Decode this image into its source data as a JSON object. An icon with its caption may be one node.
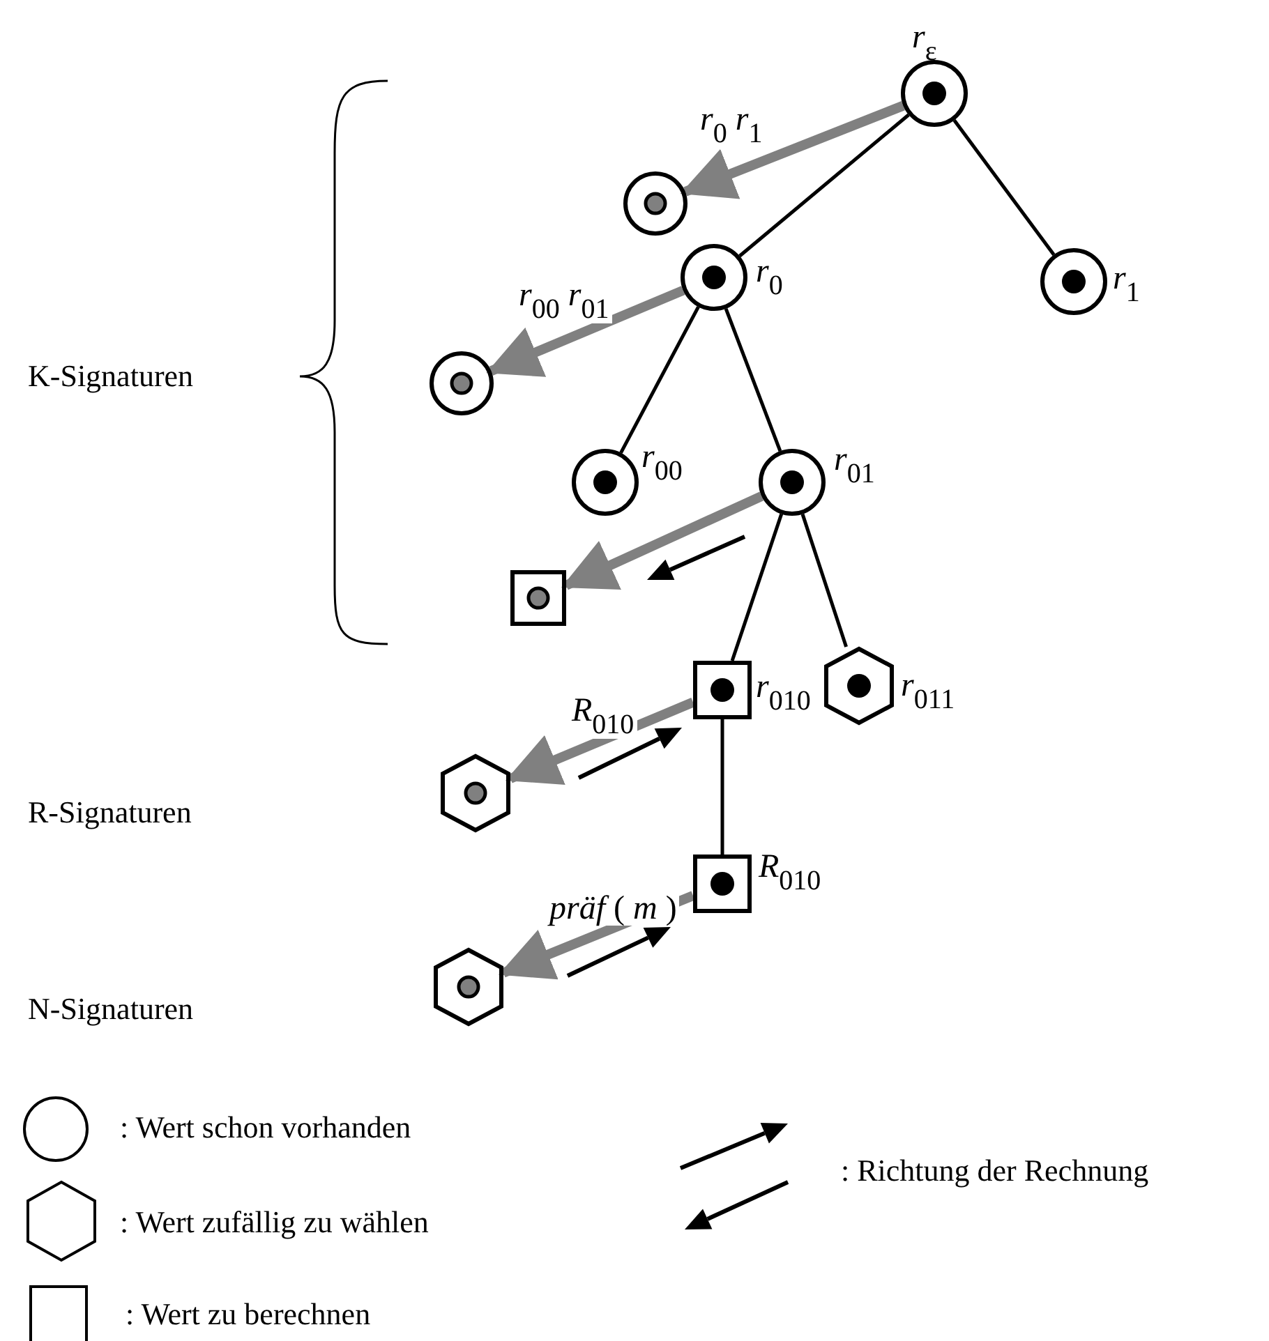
{
  "diagram": {
    "nodes": [
      {
        "text": [],
        "shape": "circle",
        "beside": [
          "*r*$_{ε}$"
        ]
      },
      {
        "text": [],
        "shape": "circle"
      },
      {
        "text": [],
        "shape": "circle",
        "beside": [
          "*r*$_{0}$"
        ]
      },
      {
        "text": [],
        "shape": "circle",
        "beside": [
          "*r*$_{1}$"
        ]
      },
      {
        "text": [],
        "shape": "circle"
      },
      {
        "text": [],
        "shape": "circle",
        "beside": [
          "*r*$_{00}$"
        ]
      },
      {
        "text": [],
        "shape": "circle",
        "beside": [
          "*r*$_{01}$"
        ]
      },
      {
        "text": [],
        "shape": "box"
      },
      {
        "text": [],
        "shape": "box",
        "beside": [
          "*r*$_{010}$"
        ]
      },
      {
        "text": [],
        "shape": "hexagon",
        "beside": [
          "*r*$_{011}$"
        ]
      },
      {
        "text": [],
        "shape": "hexagon"
      },
      {
        "text": [],
        "shape": "box",
        "beside": [
          "*R*$_{010}$"
        ]
      },
      {
        "text": [],
        "shape": "hexagon"
      }
    ],
    "edges": [
      {
        "from": 0,
        "to": 1,
        "arrow": "to",
        "label": "*r*$_{0}$ *r*$_{1}$",
        "style": "thick",
        "color": "#808080"
      },
      {
        "from": 0,
        "to": 2,
        "arrow": "none"
      },
      {
        "from": 0,
        "to": 3,
        "arrow": "none"
      },
      {
        "from": 2,
        "to": 4,
        "arrow": "to",
        "label": "*r*$_{00}$ *r*$_{01}$",
        "style": "thick",
        "color": "#808080"
      },
      {
        "from": 2,
        "to": 5,
        "arrow": "none"
      },
      {
        "from": 2,
        "to": 6,
        "arrow": "none"
      },
      {
        "from": 6,
        "to": 7,
        "arrow": "to",
        "style": "thick",
        "color": "#808080"
      },
      {
        "from": 6,
        "to": 8,
        "arrow": "none"
      },
      {
        "from": 6,
        "to": 9,
        "arrow": "none"
      },
      {
        "from": 8,
        "to": 10,
        "arrow": "to",
        "label": "*R*$_{010}$",
        "style": "thick",
        "color": "#808080"
      },
      {
        "from": 8,
        "to": 11,
        "arrow": "none"
      },
      {
        "from": 11,
        "to": 12,
        "arrow": "to",
        "label": "*präf* ( *m* )",
        "style": "thick",
        "color": "#808080"
      }
    ],
    "labels": [
      "K-Signaturen",
      "R-Signaturen",
      "N-Signaturen"
    ],
    "legend": [
      {
        "text": ": Wert schon vorhanden"
      },
      {
        "text": ": Wert zufällig zu wählen"
      },
      {
        "text": ": Wert zu berechnen"
      },
      {
        "text": ": Richtung der Rechnung"
      }
    ]
  }
}
